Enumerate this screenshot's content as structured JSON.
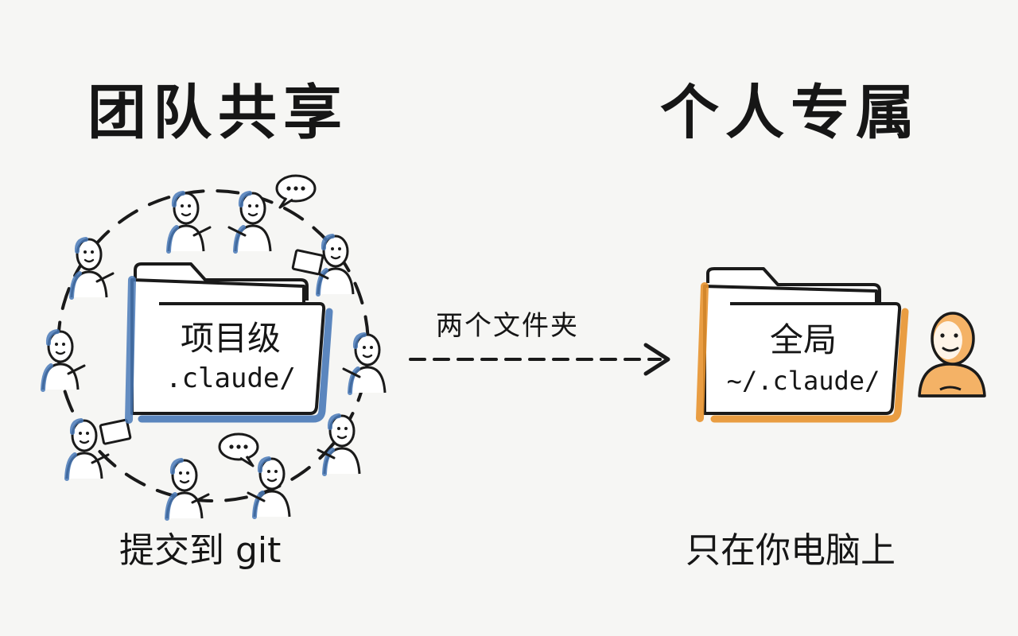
{
  "left": {
    "heading": "团队共享",
    "folder_name": "项目级",
    "folder_path": ".claude/",
    "caption": "提交到 git",
    "accent": "#4a7ab8"
  },
  "right": {
    "heading": "个人专属",
    "folder_name": "全局",
    "folder_path": "~/.claude/",
    "caption": "只在你电脑上",
    "accent": "#e8932f"
  },
  "connector": {
    "label": "两个文件夹",
    "icon": "dashed-arrow-right-icon"
  },
  "icons": {
    "team": "team-circle-figures-icon",
    "person": "person-icon",
    "speech": "speech-bubble-icon",
    "laptop": "laptop-icon",
    "folder": "folder-icon"
  }
}
